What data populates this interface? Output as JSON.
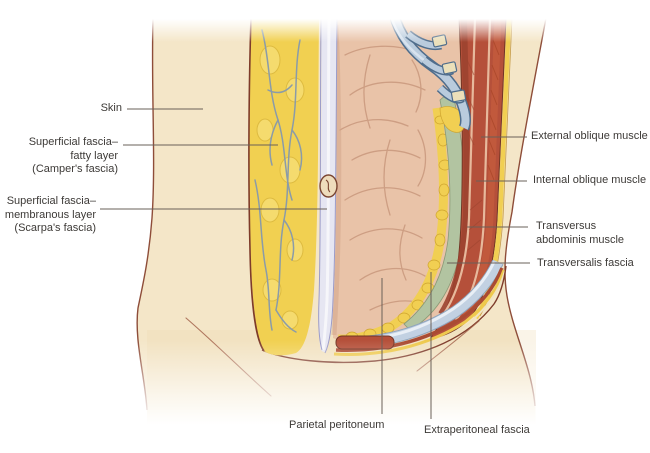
{
  "illustration": {
    "labels": {
      "skin": {
        "lines": [
          "Skin"
        ]
      },
      "camper": {
        "lines": [
          "Superficial fascia–",
          "fatty layer",
          "(Camper's fascia)"
        ]
      },
      "scarpa": {
        "lines": [
          "Superficial fascia–",
          "membranous layer",
          "(Scarpa's fascia)"
        ]
      },
      "external_oblique": {
        "lines": [
          "External oblique muscle"
        ]
      },
      "internal_oblique": {
        "lines": [
          "Internal oblique muscle"
        ]
      },
      "transversus": {
        "lines": [
          "Transversus",
          "abdominis muscle"
        ]
      },
      "transversalis": {
        "lines": [
          "Transversalis fascia"
        ]
      },
      "parietal_peritoneum": {
        "lines": [
          "Parietal peritoneum"
        ]
      },
      "extraperitoneal": {
        "lines": [
          "Extraperitoneal fascia"
        ]
      }
    },
    "colors": {
      "background": "#ffffff",
      "skin_tan": "#f4e6c8",
      "body_outline": "#8e4d39",
      "fat_yellow": "#f1d051",
      "fat_lobule": "#f6de74",
      "vessel_gray": "#8a9ba9",
      "membranous_fascia": "#e6e6f2",
      "intestine_pink": "#e9c3a8",
      "intestine_crease": "#cb9a7f",
      "muscle_red": "#b5503a",
      "muscle_bright": "#c25a3d",
      "muscle_separator": "#e7b99c",
      "transversalis_green": "#b2c4a1",
      "peritoneum_blue": "#c2d1e2",
      "costal_cartilage_blue": "#b9cbdd",
      "cartilage_outline": "#4f6d8c",
      "cut_edge_brown": "#7e3b2a",
      "label_text": "#3d3a37",
      "leader_line": "#6a6058"
    }
  }
}
